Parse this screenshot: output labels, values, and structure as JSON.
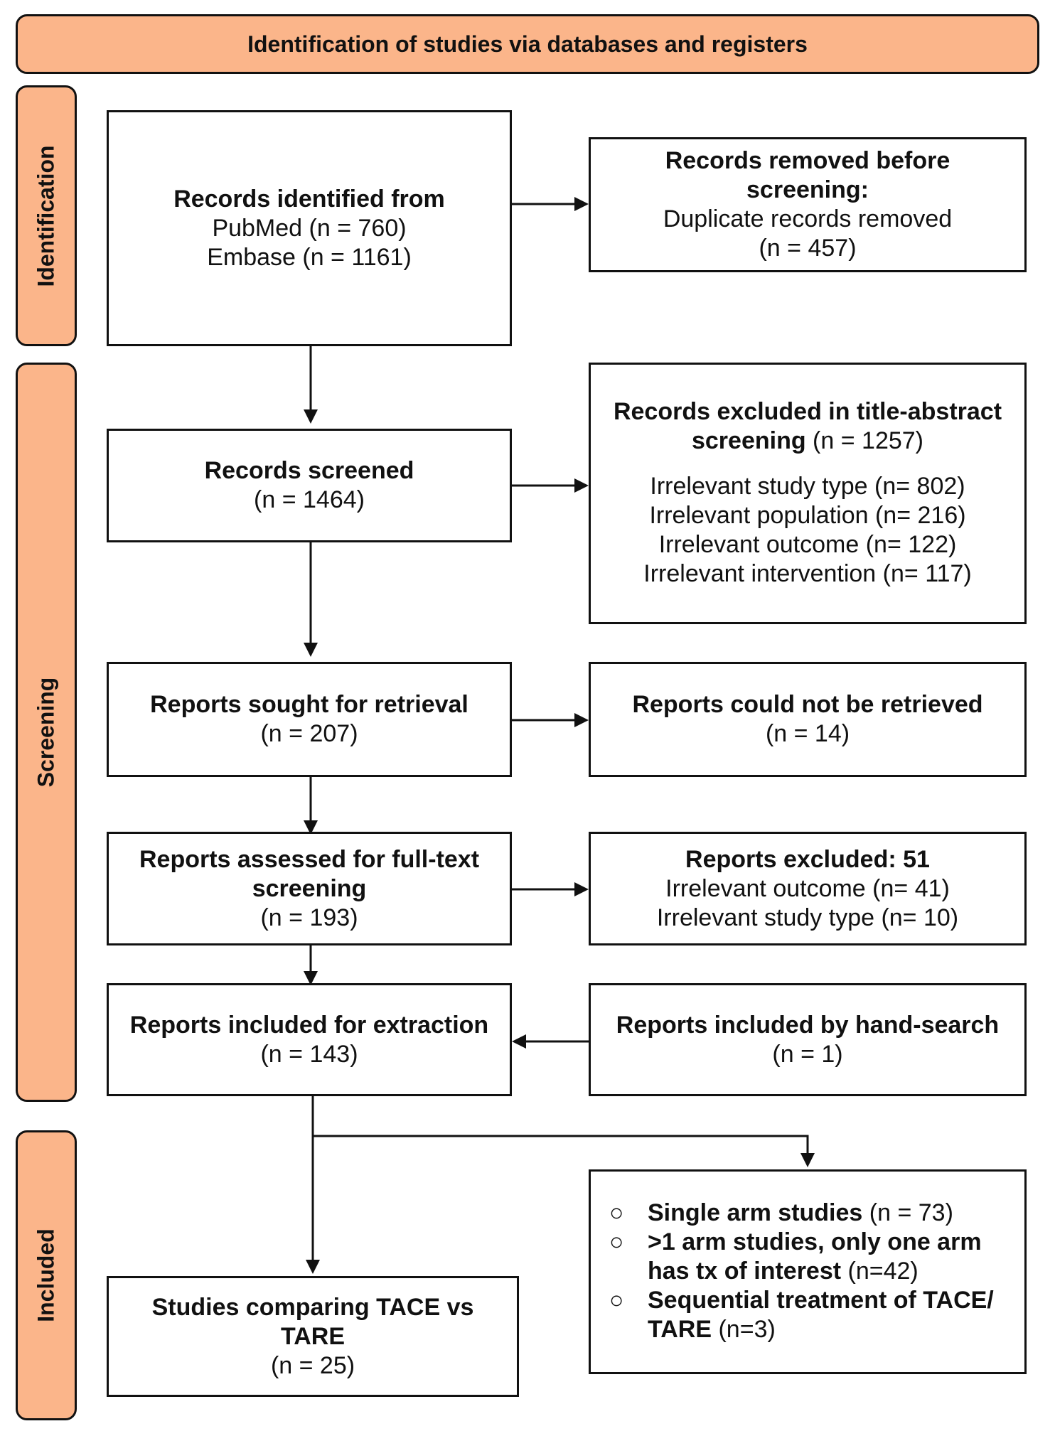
{
  "header": {
    "title": "Identification of studies via databases and registers"
  },
  "phases": {
    "identification": "Identification",
    "screening": "Screening",
    "included": "Included"
  },
  "boxes": {
    "records_identified": {
      "title": "Records identified from",
      "line1": "PubMed (n = 760)",
      "line2": "Embase (n = 1161)"
    },
    "records_removed": {
      "title1": "Records removed before",
      "title2": "screening:",
      "line1": "Duplicate records removed",
      "line2": "(n = 457)"
    },
    "records_screened": {
      "title": "Records screened",
      "count": "(n = 1464)"
    },
    "records_excluded": {
      "title1": "Records excluded in title-abstract",
      "title2": "screening",
      "title2_count": " (n = 1257)",
      "items": [
        "Irrelevant study type (n= 802)",
        "Irrelevant population (n= 216)",
        "Irrelevant outcome (n= 122)",
        "Irrelevant intervention (n= 117)"
      ]
    },
    "reports_sought": {
      "title": "Reports sought for retrieval",
      "count": "(n = 207)"
    },
    "reports_not_retrieved": {
      "title": "Reports could not be retrieved",
      "count": "(n = 14)"
    },
    "reports_assessed": {
      "title1": "Reports assessed for full-text",
      "title2": "screening",
      "count": "(n = 193)"
    },
    "reports_excluded": {
      "title": "Reports excluded: 51",
      "line1": "Irrelevant outcome (n= 41)",
      "line2": "Irrelevant study type (n= 10)"
    },
    "reports_included": {
      "title": "Reports included for extraction",
      "count": "(n = 143)"
    },
    "hand_search": {
      "title": "Reports included by hand-search",
      "count": "(n = 1)"
    },
    "studies_comparing": {
      "title1": "Studies comparing TACE vs",
      "title2": "TARE",
      "count": "(n = 25)"
    },
    "other_studies": {
      "bullet": "○",
      "items": [
        {
          "bold": "Single arm studies",
          "rest": " (n = 73)"
        },
        {
          "bold": ">1 arm studies, only one arm has tx of interest",
          "rest": " (n=42)"
        },
        {
          "bold": "Sequential treatment of TACE/ TARE",
          "rest": " (n=3)"
        }
      ]
    }
  }
}
